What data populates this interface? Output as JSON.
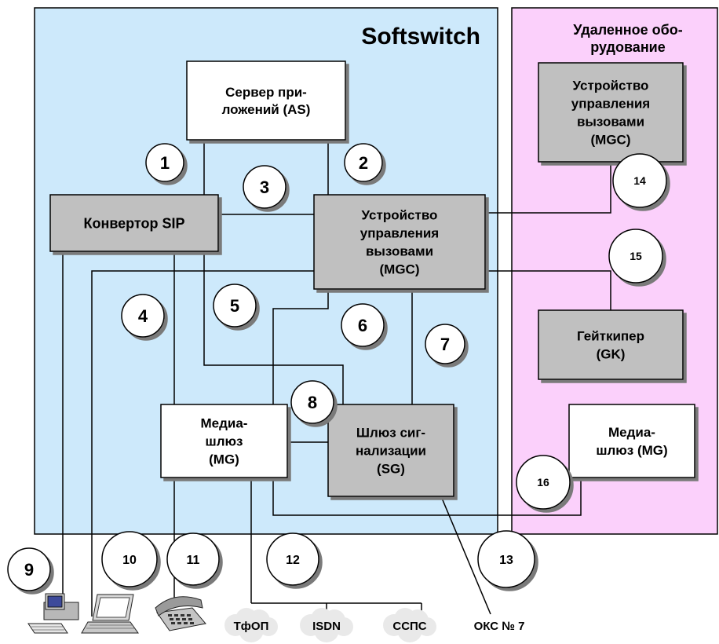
{
  "colors": {
    "softswitch_bg": "#cde9fb",
    "remote_bg": "#fbd0fb",
    "gray_box": "#c0c0c0",
    "white_box": "#ffffff",
    "line": "#000000"
  },
  "regions": {
    "softswitch_title": "Softswitch",
    "remote_title_line1": "Удаленное обо-",
    "remote_title_line2": "рудование"
  },
  "boxes": {
    "as": [
      "Сервер при-",
      "ложений (AS)"
    ],
    "sip": [
      "Конвертор  SIP"
    ],
    "mgc": [
      "Устройство",
      "управления",
      "вызовами",
      "(MGC)"
    ],
    "mg": [
      "Медиа-",
      "шлюз",
      "(MG)"
    ],
    "sg": [
      "Шлюз сиг-",
      "нализации",
      "(SG)"
    ],
    "remote_mgc": [
      "Устройство",
      "управления",
      "вызовами",
      "(MGC)"
    ],
    "gk": [
      "Гейткипер",
      "(GK)"
    ],
    "remote_mg": [
      "Медиа-",
      "шлюз (MG)"
    ]
  },
  "interfaces": [
    "1",
    "2",
    "3",
    "4",
    "5",
    "6",
    "7",
    "8",
    "9",
    "10",
    "11",
    "12",
    "13",
    "14",
    "15",
    "16"
  ],
  "networks": [
    "ТфОП",
    "ISDN",
    "ССПС",
    "ОКС № 7"
  ],
  "icons": {
    "desktop": "desktop-computer-icon",
    "laptop": "laptop-icon",
    "phone": "telephone-icon",
    "cloud": "cloud-icon"
  }
}
